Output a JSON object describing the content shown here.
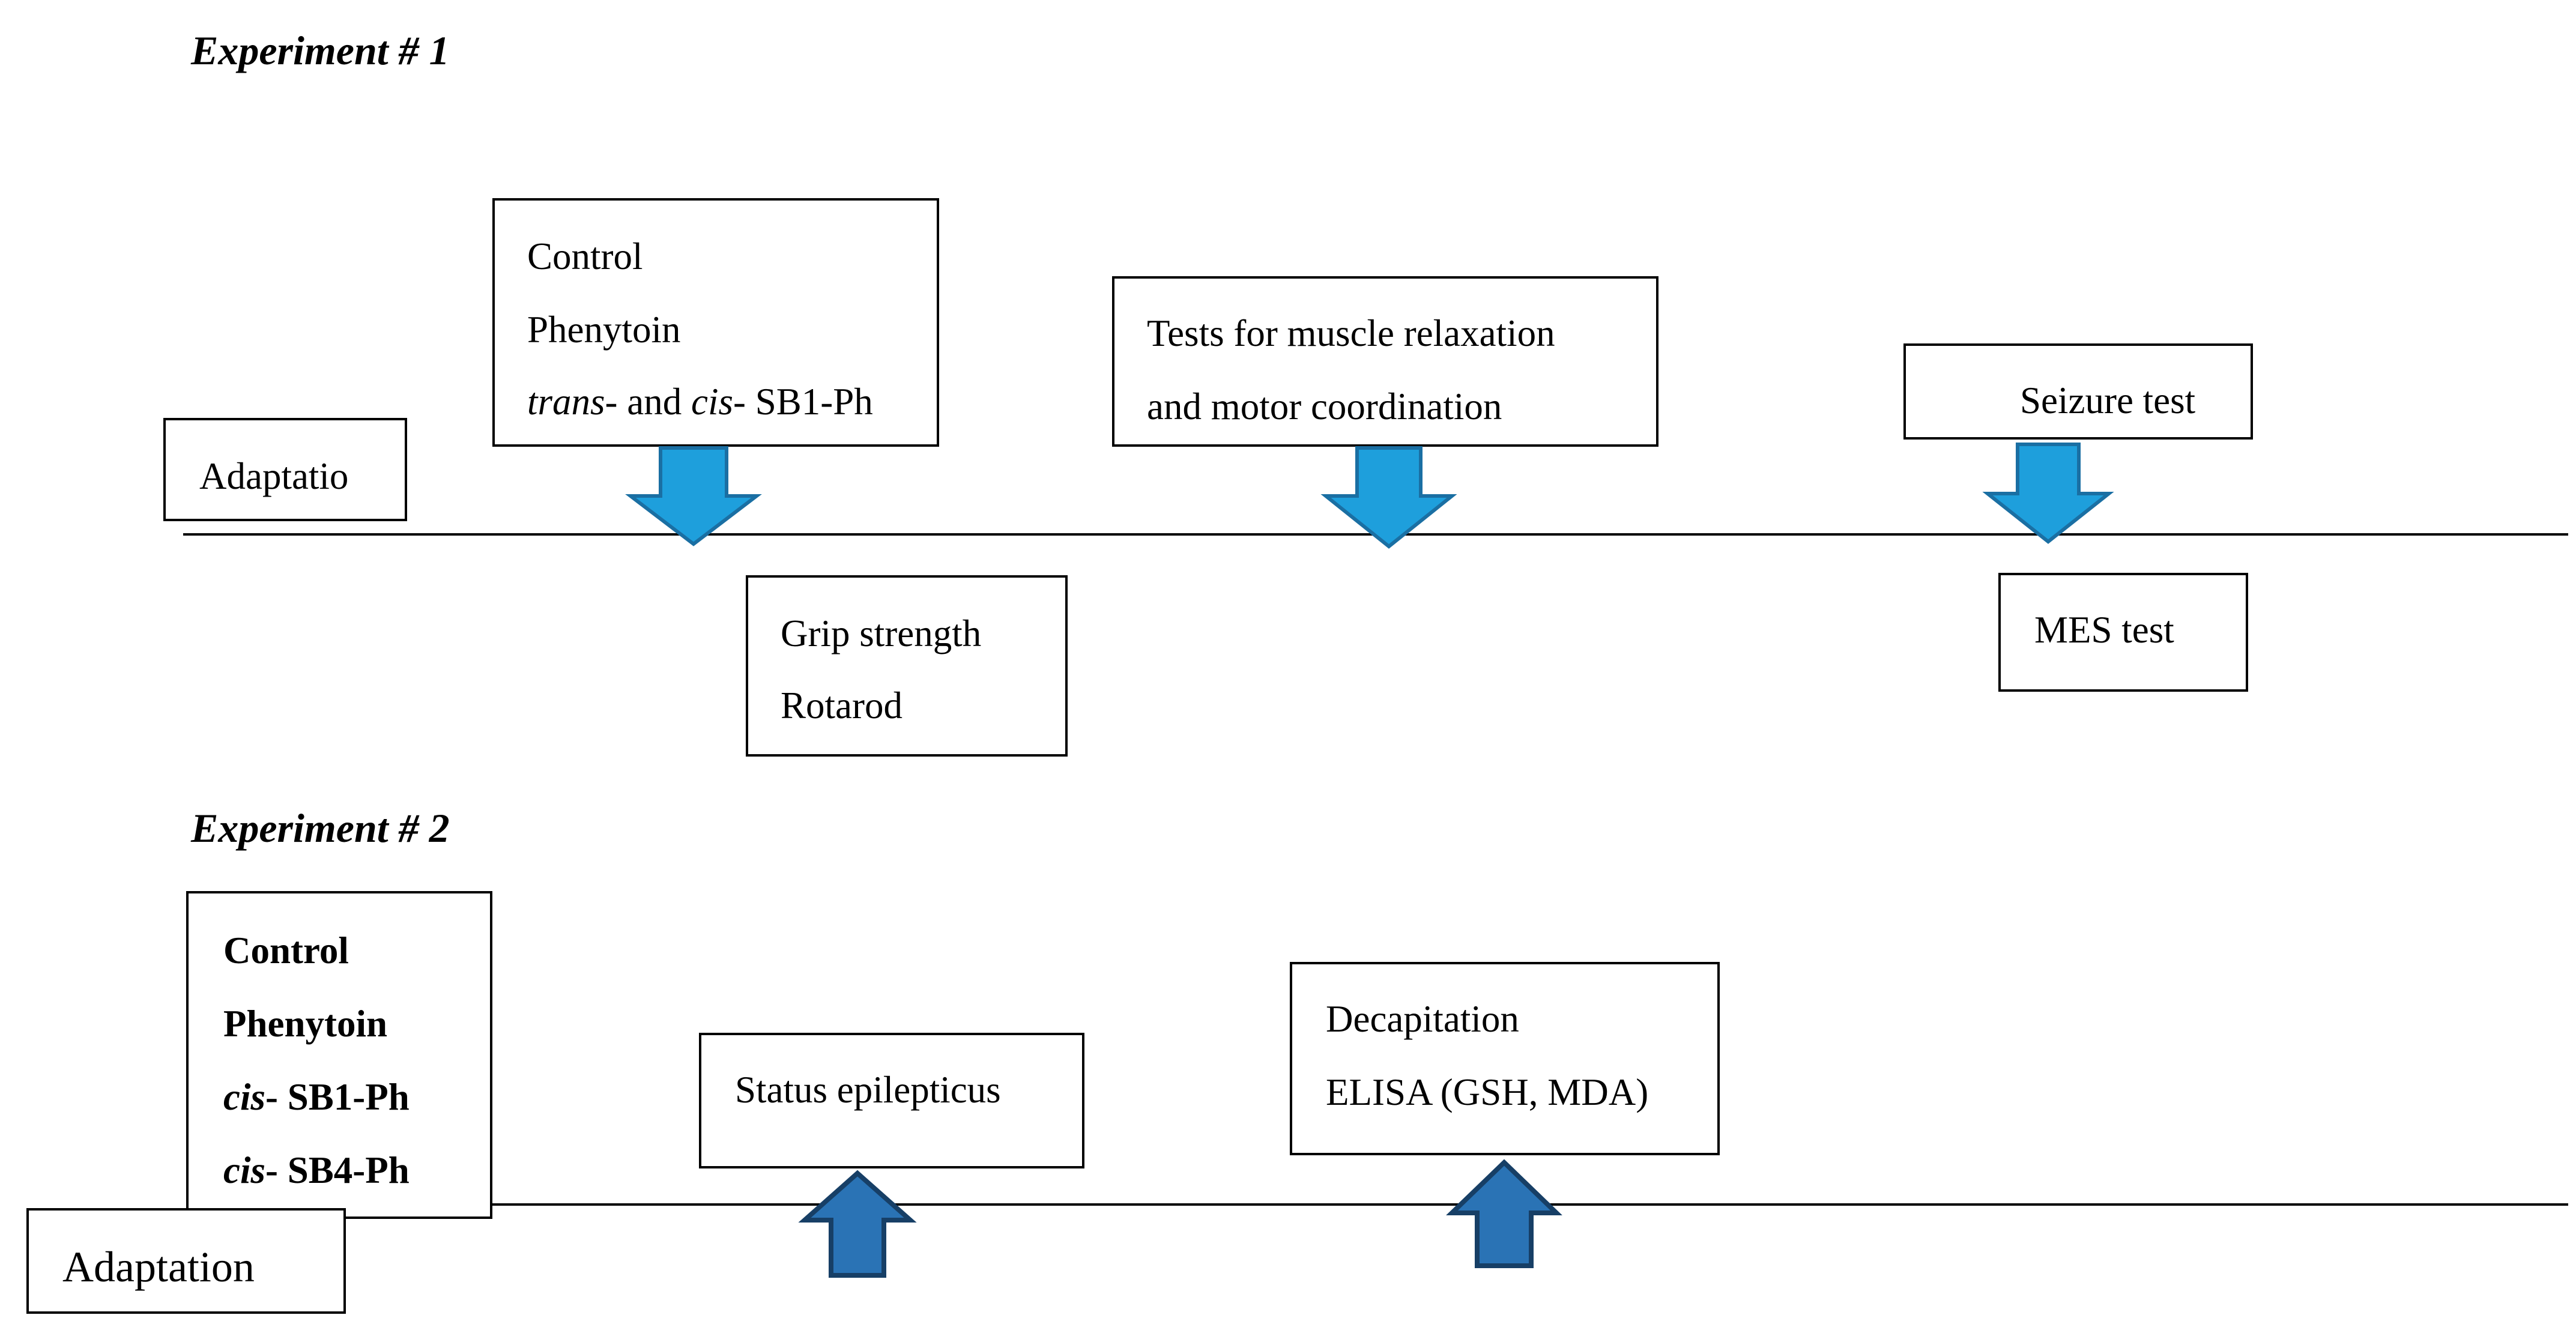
{
  "experiment1": {
    "heading": "Experiment # 1",
    "adaptation_label": "Adaptatio",
    "treatment_box": {
      "line1": "Control",
      "line2": "Phenytoin",
      "line3_italic_a": "trans",
      "line3_mid": "- and ",
      "line3_italic_b": "cis",
      "line3_end": "- SB1-Ph"
    },
    "muscle_box": {
      "line1": "Tests for muscle relaxation",
      "line2": "and motor coordination"
    },
    "seizure_box": {
      "label": "Seizure test"
    },
    "grip_box": {
      "line1": "Grip strength",
      "line2": "Rotarod"
    },
    "mes_box": {
      "label": "MES test"
    }
  },
  "experiment2": {
    "heading": "Experiment # 2",
    "adaptation_label": "Adaptation",
    "treatment_box": {
      "line1": "Control",
      "line2": "Phenytoin",
      "line3_italic": "cis",
      "line3_end": "- SB1-Ph",
      "line4_italic": "cis",
      "line4_end": "- SB4-Ph"
    },
    "status_box": {
      "label": "Status epilepticus"
    },
    "decap_box": {
      "line1": "Decapitation",
      "line2": "ELISA (GSH, MDA)"
    }
  },
  "colors": {
    "down_arrow_fill": "#1e9fdc",
    "down_arrow_stroke": "#1a6fa3",
    "up_arrow_fill": "#2a73b5",
    "up_arrow_stroke": "#173f66"
  }
}
